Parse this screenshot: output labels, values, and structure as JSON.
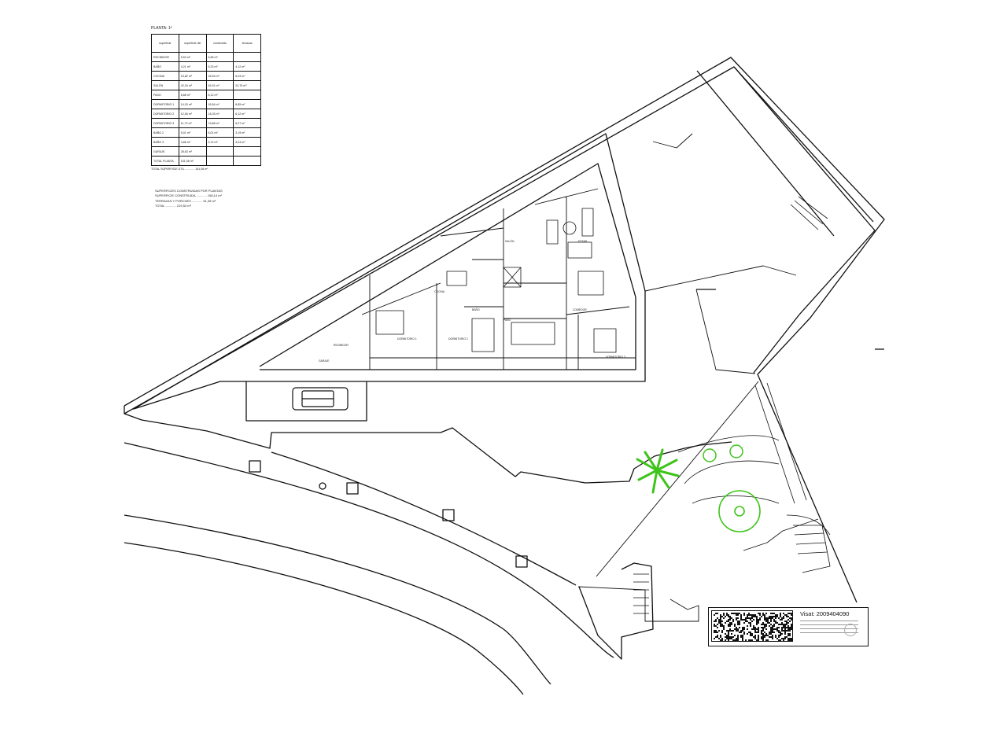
{
  "area_table": {
    "title": "PLANTA: 1ª",
    "headers": [
      "superficie",
      "superficie útil",
      "construida",
      "terrazas"
    ],
    "rows": [
      [
        "RECIBIDOR",
        "5,53 m²",
        "6,86 m²",
        ""
      ],
      [
        "BAÑO",
        "4,21 m²",
        "5,33 m²",
        "4,12 m²"
      ],
      [
        "COCINA",
        "15,82 m²",
        "18,45 m²",
        "6,03 m²"
      ],
      [
        "SALÓN",
        "42,16 m²",
        "49,31 m²",
        "24,76 m²"
      ],
      [
        "PASO",
        "6,88 m²",
        "8,12 m²",
        ""
      ],
      [
        "DORMITORIO 1",
        "14,20 m²",
        "16,54 m²",
        "8,85 m²"
      ],
      [
        "DORMITORIO 2",
        "12,06 m²",
        "14,03 m²",
        "6,12 m²"
      ],
      [
        "DORMITORIO 3",
        "11,72 m²",
        "13,68 m²",
        "5,27 m²"
      ],
      [
        "BAÑO 2",
        "5,01 m²",
        "6,01 m²",
        "3,19 m²"
      ],
      [
        "BAÑO 3",
        "4,86 m²",
        "5,74 m²",
        "3,04 m²"
      ],
      [
        "GARAJE",
        "28,63 m²",
        "",
        ""
      ],
      [
        "TOTAL PLANTA",
        "151,08 m²",
        "",
        ""
      ]
    ],
    "note": "TOTAL SUPERFICIE ÚTIL ............ 151,08 m²"
  },
  "summary": {
    "heading": "SUPERFICIES CONSTRUIDAS POR PLANTAS",
    "lines": [
      "SUPERFICIE CONSTRUIDA ............ 158,14 m²",
      "TERRAZAS Y PORCHES ............ 61,38 m²",
      "TOTAL ............ 219,52 m²"
    ]
  },
  "room_labels": [
    "RECIBIDOR",
    "COCINA",
    "SALÓN",
    "PASO",
    "DORMITORIO 1",
    "DORMITORIO 2",
    "DORMITORIO 3",
    "BAÑO",
    "ESTAR",
    "COMEDOR",
    "GARAJE"
  ],
  "stamp": {
    "visat": "Visat: 2009404090"
  },
  "colors": {
    "line": "#111111",
    "vegetation": "#3ec41a",
    "background": "#ffffff"
  }
}
